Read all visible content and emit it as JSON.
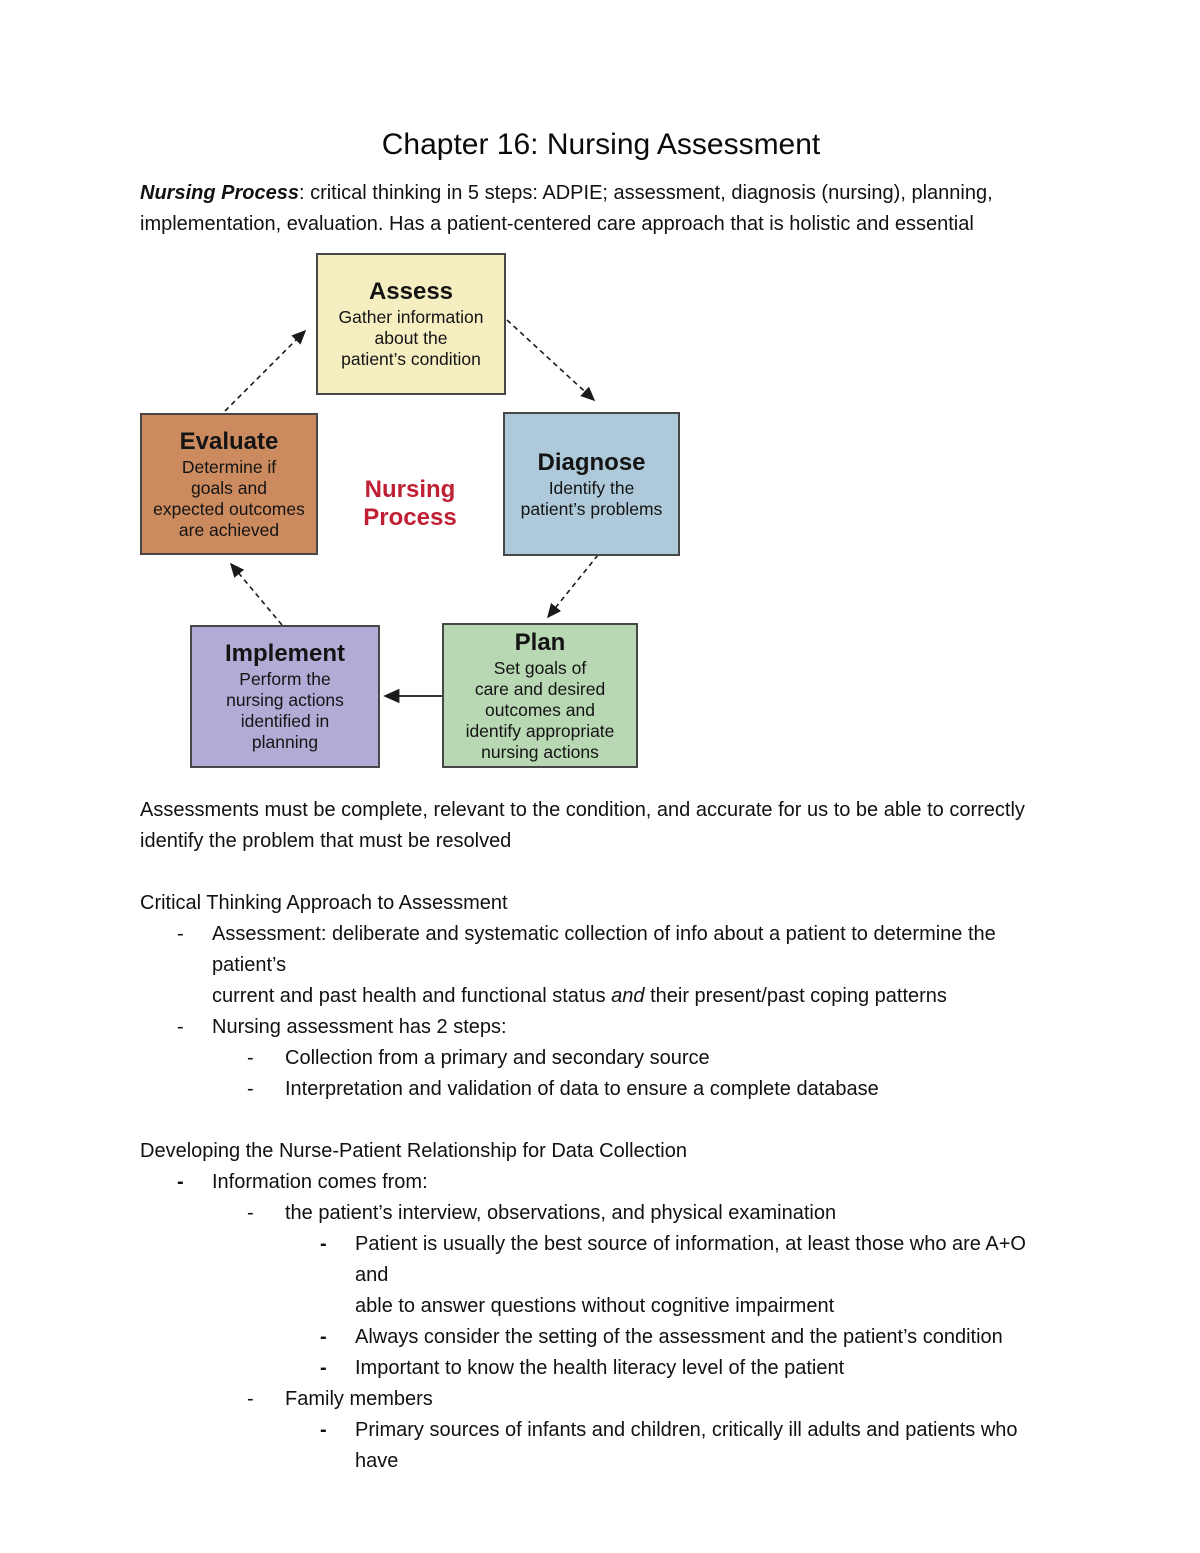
{
  "bullet_marker": "-",
  "page": {
    "title": "Chapter 16: Nursing Assessment"
  },
  "intro": {
    "lead": "Nursing Process",
    "line1_rest": ": critical thinking in 5 steps: ADPIE; assessment, diagnosis (nursing), planning,",
    "line2": "implementation, evaluation. Has a patient-centered care approach that is holistic and essential"
  },
  "diagram": {
    "center_label_line1": "Nursing",
    "center_label_line2": "Process",
    "center_label_color": "#bf2034",
    "boxes": [
      {
        "name": "assess",
        "title": "Assess",
        "fill": "#f4eec1",
        "lines": [
          "Gather information",
          "about the",
          "patient’s condition"
        ]
      },
      {
        "name": "diagnose",
        "title": "Diagnose",
        "fill": "#aec9d9",
        "lines": [
          "Identify the",
          "patient’s problems"
        ]
      },
      {
        "name": "plan",
        "title": "Plan",
        "fill": "#b8d7b3",
        "lines": [
          "Set goals of",
          "care and desired",
          "outcomes and",
          "identify appropriate",
          "nursing actions"
        ]
      },
      {
        "name": "implement",
        "title": "Implement",
        "fill": "#b3abd5",
        "lines": [
          "Perform the",
          "nursing actions",
          "identified in",
          "planning"
        ]
      },
      {
        "name": "evaluate",
        "title": "Evaluate",
        "fill": "#cc8b5e",
        "lines": [
          "Determine if",
          "goals and",
          "expected outcomes",
          "are achieved"
        ]
      }
    ]
  },
  "body": {
    "para1_line1": "Assessments must be complete, relevant to the condition, and accurate for us to be able to correctly",
    "para1_line2": "identify the problem that must be resolved",
    "section1": {
      "heading": "Critical Thinking Approach to Assessment",
      "b1_line1": "Assessment: deliberate and systematic collection of info about a patient to determine the patient’s",
      "b1_line2_pre": "current and past health and functional status ",
      "b1_line2_italic": "and",
      "b1_line2_post": " their present/past coping patterns",
      "b2": "Nursing assessment has 2 steps:",
      "b3": "Collection from a primary and secondary source",
      "b4": "Interpretation and validation of data to ensure a complete database"
    },
    "section2": {
      "heading": "Developing the Nurse-Patient Relationship for Data Collection",
      "c1": "Information comes from:",
      "c2": "the patient’s interview, observations, and physical examination",
      "c3_line1": "Patient is usually the best source of information, at least those who are A+O and",
      "c3_line2": "able to answer questions without cognitive impairment",
      "c4": "Always consider the setting of the assessment and the patient’s condition",
      "c5": "Important to know the health literacy level of the patient",
      "c6": "Family members",
      "c7": "Primary sources of infants and children, critically ill adults and patients who have"
    }
  }
}
